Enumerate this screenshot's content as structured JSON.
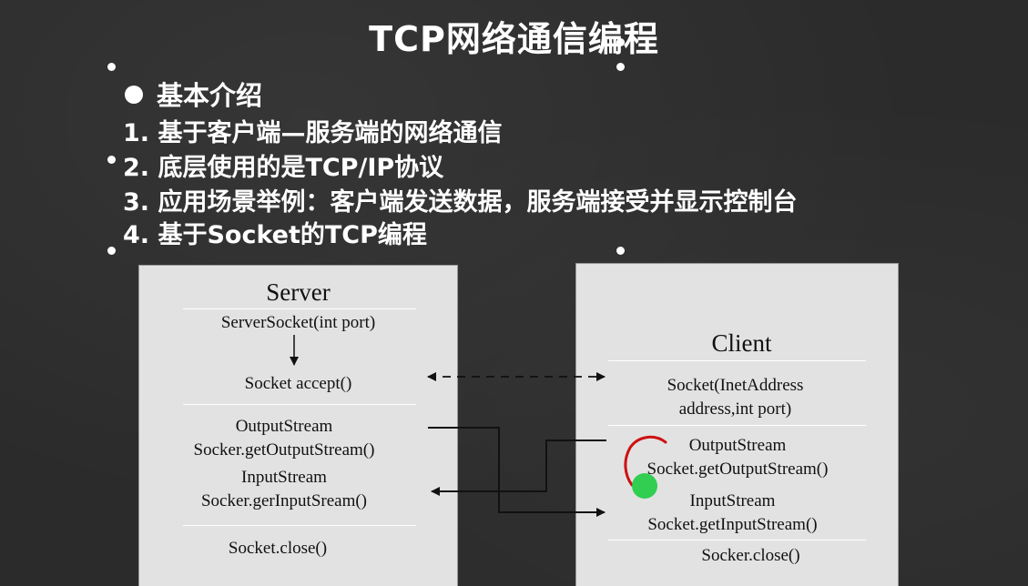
{
  "slide": {
    "title": "TCP网络通信编程",
    "heading": "基本介绍",
    "points": [
      "1. 基于客户端—服务端的网络通信",
      "2. 底层使用的是TCP/IP协议",
      "3. 应用场景举例：客户端发送数据，服务端接受并显示控制台",
      "4. 基于Socket的TCP编程"
    ]
  },
  "diagram": {
    "server": {
      "title": "Server",
      "server_socket": "ServerSocket(int port)",
      "accept": "Socket accept()",
      "output_stream": "OutputStream",
      "get_output": "Socker.getOutputStream()",
      "input_stream": "InputStream",
      "get_input": "Socker.gerInputSream()",
      "close": "Socket.close()"
    },
    "client": {
      "title": "Client",
      "socket_line1": "Socket(InetAddress",
      "socket_line2": "address,int port)",
      "output_stream": "OutputStream",
      "get_output": "Socket.getOutputStream()",
      "input_stream": "InputStream",
      "get_input": "Socket.getInputStream()",
      "close": "Socker.close()"
    }
  },
  "colors": {
    "background": "#2b2b2b",
    "text": "#ffffff",
    "box": "#e2e2e2",
    "annotation_red": "#cc1111",
    "cursor_green": "#22cc44"
  }
}
